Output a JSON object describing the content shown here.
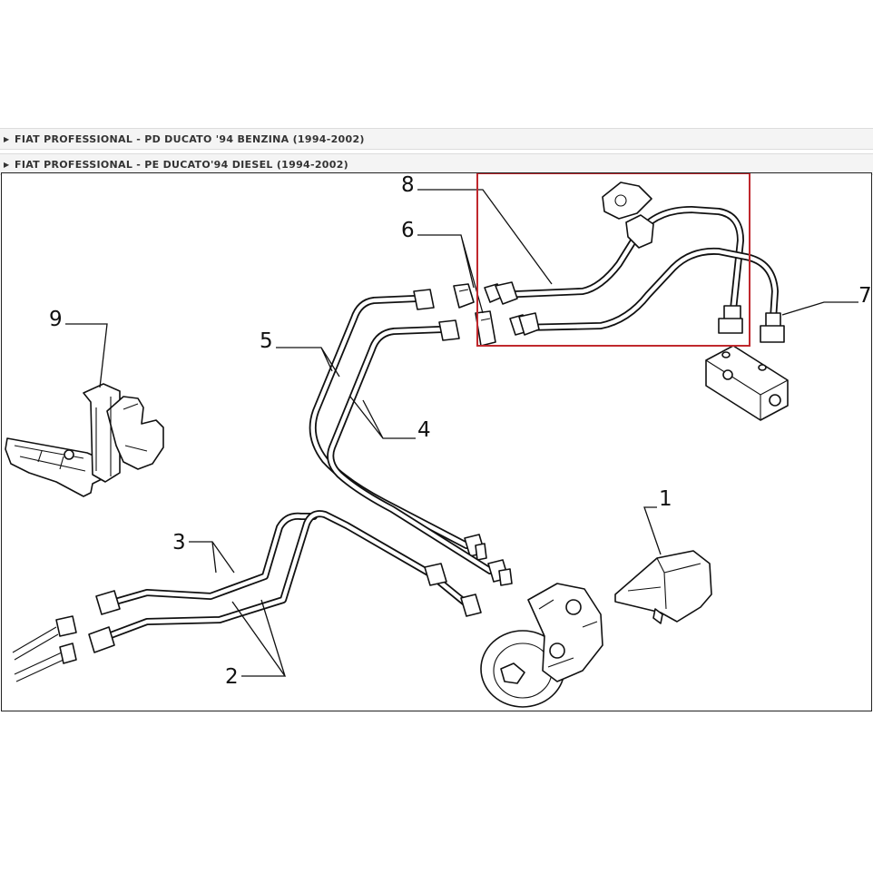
{
  "catalog_rows": [
    {
      "arrow_icon": "triangle-right-icon",
      "label": "FIAT PROFESSIONAL - PD DUCATO '94 BENZINA (1994-2002)"
    },
    {
      "arrow_icon": "triangle-right-icon",
      "label": "FIAT PROFESSIONAL - PE DUCATO'94 DIESEL (1994-2002)"
    }
  ],
  "diagram": {
    "callouts": [
      "1",
      "2",
      "3",
      "4",
      "5",
      "6",
      "7",
      "8",
      "9"
    ],
    "highlight_color": "#c0282d",
    "line_color": "#111111"
  }
}
